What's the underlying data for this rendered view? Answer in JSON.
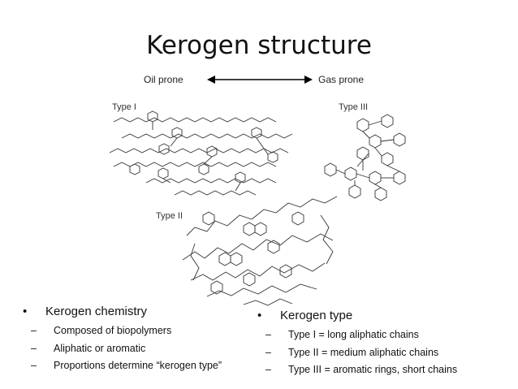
{
  "slide": {
    "title": "Kerogen structure",
    "axis": {
      "left": "Oil prone",
      "right": "Gas prone"
    },
    "figure_labels": {
      "type1": "Type I",
      "type2": "Type II",
      "type3": "Type III"
    },
    "left_column": {
      "bullet": "•",
      "heading": "Kerogen chemistry",
      "items": [
        "Composed of biopolymers",
        "Aliphatic or aromatic",
        "Proportions determine “kerogen type”"
      ]
    },
    "right_column": {
      "bullet": "•",
      "heading": "Kerogen type",
      "items": [
        "Type I = long aliphatic chains",
        "Type II = medium aliphatic chains",
        "Type III = aromatic rings, short chains"
      ]
    },
    "dash": "–"
  }
}
